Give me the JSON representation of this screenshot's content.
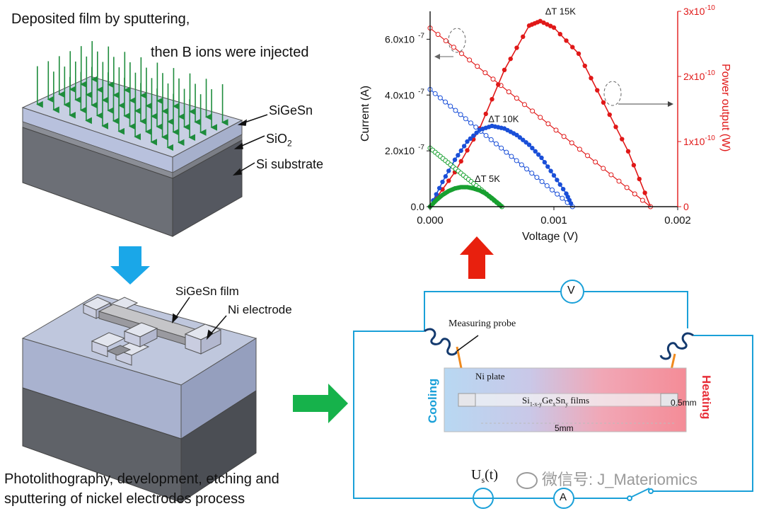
{
  "fabrication": {
    "caption_line1": "Deposited film by sputtering,",
    "caption_line2": "then B ions were injected",
    "layer_labels": [
      "SiGeSn",
      "SiO",
      "Si substrate"
    ],
    "device_labels": [
      "SiGeSn film",
      "Ni electrode"
    ],
    "bottom_caption_line1": "Photolithography, development, etching and",
    "bottom_caption_line2": "sputtering of nickel electrodes process"
  },
  "colors": {
    "arrow_blue": "#1aa7e8",
    "arrow_green": "#16b24b",
    "arrow_red": "#e8200e",
    "circuit_wire": "#1aa0d8",
    "series_red": "#e01818",
    "series_blue": "#1a4fd8",
    "series_green": "#18a030",
    "ion_arrows": "#1e8c3c"
  },
  "chart_data": {
    "type": "line",
    "xlabel": "Voltage (V)",
    "ylabel_left": "Current (A)",
    "ylabel_right": "Power output (W)",
    "xlim": [
      0,
      0.002
    ],
    "ylim_left": [
      0,
      7e-07
    ],
    "ylim_right": [
      0,
      3e-10
    ],
    "xticks": [
      "0.000",
      "0.001",
      "0.002"
    ],
    "yticks_left": [
      "0.0",
      "2.0x10",
      "4.0x10",
      "6.0x10"
    ],
    "yticks_left_exp": [
      "",
      "-7",
      "-7",
      "-7"
    ],
    "yticks_right": [
      "0",
      "1x10",
      "2x10",
      "3x10"
    ],
    "yticks_right_exp": [
      "",
      "-10",
      "-10",
      "-10"
    ],
    "series": [
      {
        "name": "ΔT 15K",
        "color": "#e01818",
        "current": {
          "x": [
            0,
            0.00178
          ],
          "y": [
            6.4e-07,
            0
          ]
        },
        "power": {
          "x": [
            0,
            0.0002,
            0.0004,
            0.0006,
            0.0008,
            0.00089,
            0.001,
            0.0012,
            0.0014,
            0.0016,
            0.00178
          ],
          "y": [
            0,
            5.3e-11,
            1.2e-10,
            2.1e-10,
            2.78e-10,
            2.85e-10,
            2.75e-10,
            2.35e-10,
            1.6e-10,
            8.5e-11,
            0
          ]
        }
      },
      {
        "name": "ΔT 10K",
        "color": "#1a4fd8",
        "current": {
          "x": [
            0,
            0.00115
          ],
          "y": [
            4.2e-07,
            0
          ]
        },
        "power": {
          "x": [
            0,
            0.0001,
            0.0002,
            0.0003,
            0.0004,
            0.0005,
            0.0006,
            0.0007,
            0.0008,
            0.0009,
            0.001,
            0.0011,
            0.00115
          ],
          "y": [
            0,
            3.8e-11,
            7.2e-11,
            1e-10,
            1.18e-10,
            1.24e-10,
            1.2e-10,
            1.1e-10,
            9.5e-11,
            7.5e-11,
            4.8e-11,
            2e-11,
            0
          ]
        }
      },
      {
        "name": "ΔT 5K",
        "color": "#18a030",
        "current": {
          "x": [
            0,
            0.00058
          ],
          "y": [
            2.1e-07,
            0
          ]
        },
        "power": {
          "x": [
            0,
            5e-05,
            0.0001,
            0.00015,
            0.0002,
            0.00025,
            0.0003,
            0.00035,
            0.0004,
            0.00045,
            0.0005,
            0.00055,
            0.00058
          ],
          "y": [
            0,
            1e-11,
            1.8e-11,
            2.4e-11,
            2.8e-11,
            3e-11,
            3e-11,
            2.8e-11,
            2.5e-11,
            2e-11,
            1.3e-11,
            5e-12,
            0
          ]
        }
      }
    ]
  },
  "circuit": {
    "voltmeter_label": "V",
    "ammeter_label": "A",
    "probe_label": "Measuring probe",
    "plate_label": "Ni plate",
    "film_label": "films",
    "film_base": "Si",
    "width_label": "0.5mm",
    "length_label": "5mm",
    "cooling_label": "Cooling",
    "heating_label": "Heating",
    "source_label": "U",
    "source_sub": "s",
    "source_arg": "(t)"
  },
  "watermark": "微信号: J_Materiomics"
}
